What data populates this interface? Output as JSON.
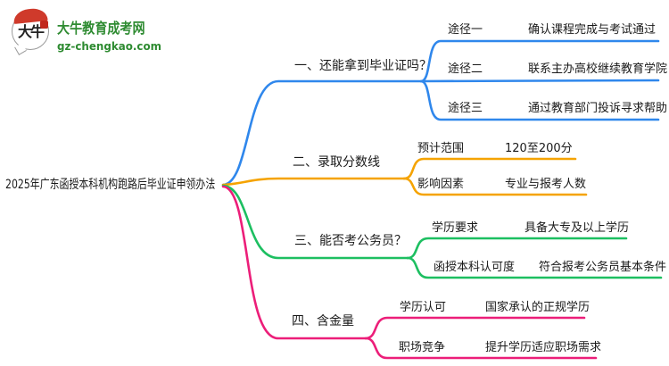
{
  "site": {
    "logo_icon": "daniu-speech-bubble-icon",
    "logo_icon_text": "大牛",
    "logo_title": "大牛教育成考网",
    "logo_domain": "gz-chengkao.com"
  },
  "palette": {
    "brand_green": "#2e8b31",
    "brand_red": "#cf3a2b",
    "branch1_blue": "#2f87ec",
    "branch2_orange": "#f5a300",
    "branch3_green": "#1dbf61",
    "branch4_pink": "#ec1e79",
    "text": "#1a1a1a",
    "background": "#ffffff"
  },
  "mindmap": {
    "root": {
      "label": "2025年广东函授本科机构跑路后毕业证申领办法"
    },
    "branches": [
      {
        "label": "一、还能拿到毕业证吗？",
        "color": "#2f87ec",
        "children": [
          {
            "label": "途径一",
            "value": "确认课程完成与考试通过"
          },
          {
            "label": "途径二",
            "value": "联系主办高校继续教育学院"
          },
          {
            "label": "途径三",
            "value": "通过教育部门投诉寻求帮助"
          }
        ]
      },
      {
        "label": "二、录取分数线",
        "color": "#f5a300",
        "children": [
          {
            "label": "预计范围",
            "value": "120至200分"
          },
          {
            "label": "影响因素",
            "value": "专业与报考人数"
          }
        ]
      },
      {
        "label": "三、能否考公务员？",
        "color": "#1dbf61",
        "children": [
          {
            "label": "学历要求",
            "value": "具备大专及以上学历"
          },
          {
            "label": "函授本科认可度",
            "value": "符合报考公务员基本条件"
          }
        ]
      },
      {
        "label": "四、含金量",
        "color": "#ec1e79",
        "children": [
          {
            "label": "学历认可",
            "value": "国家承认的正规学历"
          },
          {
            "label": "职场竞争",
            "value": "提升学历适应职场需求"
          }
        ]
      }
    ]
  }
}
